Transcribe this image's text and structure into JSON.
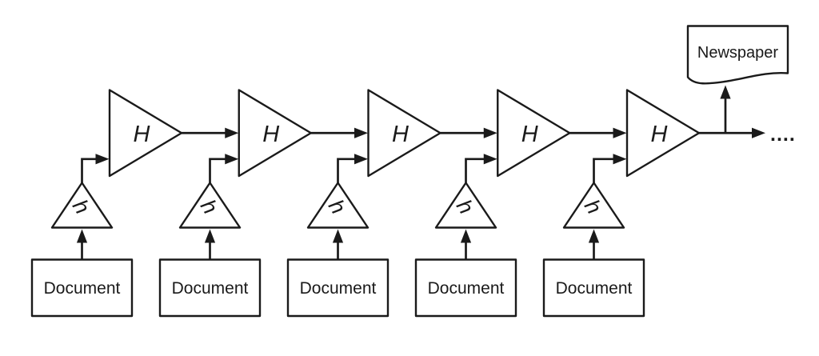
{
  "diagram": {
    "background": "#ffffff",
    "ink": "#1a1a1a",
    "units": [
      {
        "document_label": "Document",
        "encoder_label": "h",
        "hidden_label": "H"
      },
      {
        "document_label": "Document",
        "encoder_label": "h",
        "hidden_label": "H"
      },
      {
        "document_label": "Document",
        "encoder_label": "h",
        "hidden_label": "H"
      },
      {
        "document_label": "Document",
        "encoder_label": "h",
        "hidden_label": "H"
      },
      {
        "document_label": "Document",
        "encoder_label": "h",
        "hidden_label": "H"
      }
    ],
    "output": {
      "newspaper_label": "Newspaper",
      "continuation_label": "...."
    }
  }
}
